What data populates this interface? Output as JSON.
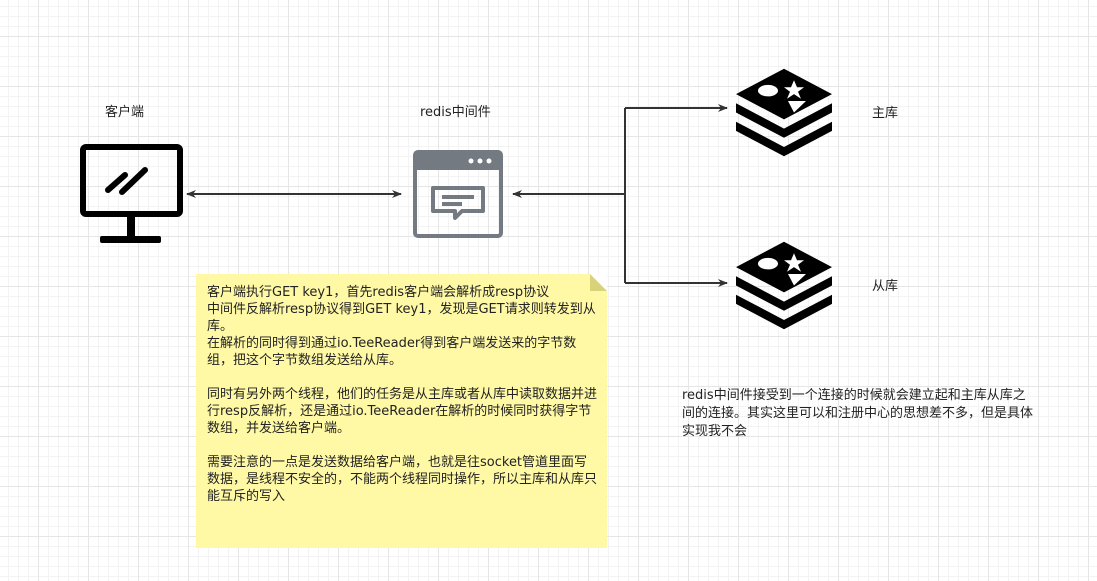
{
  "nodes": {
    "client": {
      "label": "客户端",
      "icon": "monitor-icon"
    },
    "middleware": {
      "label": "redis中间件",
      "icon": "browser-window-icon"
    },
    "master": {
      "label": "主库",
      "icon": "redis-logo-icon"
    },
    "slave": {
      "label": "从库",
      "icon": "redis-logo-icon"
    }
  },
  "note": {
    "lines": [
      "客户端执行GET key1，首先redis客户端会解析成resp协议",
      "中间件反解析resp协议得到GET key1，发现是GET请求则转发到从库。",
      "在解析的同时得到通过io.TeeReader得到客户端发送来的字节数组，把这个字节数组发送给从库。",
      "",
      "同时有另外两个线程，他们的任务是从主库或者从库中读取数据并进行resp反解析，还是通过io.TeeReader在解析的时候同时获得字节数组，并发送给客户端。",
      "",
      "需要注意的一点是发送数据给客户端，也就是往socket管道里面写数据，是线程不安全的，不能两个线程同时操作，所以主库和从库只能互斥的写入"
    ],
    "background": "#fff9a6"
  },
  "remark": "redis中间件接受到一个连接的时候就会建立起和主库从库之间的连接。其实这里可以和注册中心的思想差不多，但是具体实现我不会",
  "colors": {
    "line": "#333333",
    "icon_gray": "#737a82",
    "icon_black": "#000000"
  }
}
